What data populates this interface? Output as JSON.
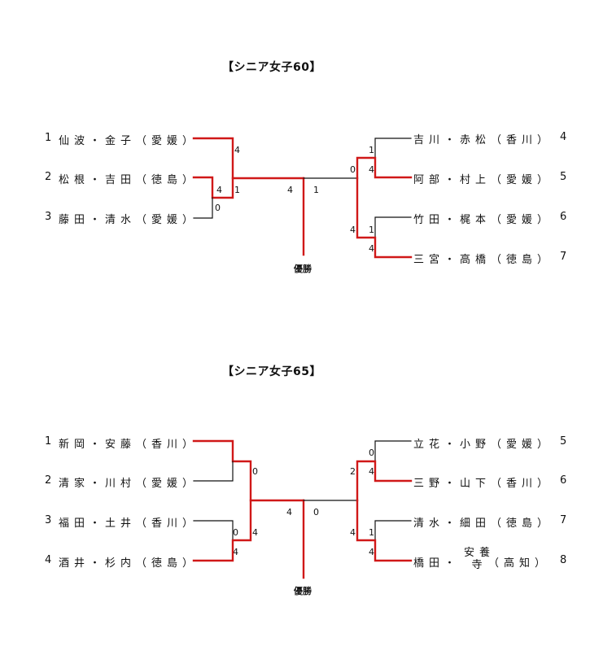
{
  "brackets": [
    {
      "title": "【シニア女子60】",
      "winner_label": "優勝",
      "left": [
        {
          "seed": "1",
          "name": "仙波・金子（愛媛）"
        },
        {
          "seed": "2",
          "name": "松根・吉田（徳島）"
        },
        {
          "seed": "3",
          "name": "藤田・清水（愛媛）"
        }
      ],
      "right": [
        {
          "seed": "4",
          "name": "吉川・赤松（香川）"
        },
        {
          "seed": "5",
          "name": "阿部・村上（愛媛）"
        },
        {
          "seed": "6",
          "name": "竹田・梶本（愛媛）"
        },
        {
          "seed": "7",
          "name": "三宮・高橋（徳島）"
        }
      ],
      "scores": {
        "l_sf_top": "4",
        "l_r1_top": "4",
        "l_r1_bot": "0",
        "l_sf_bot": "1",
        "final_left": "4",
        "final_right": "1",
        "r_sf_top": "0",
        "r_r1a_top": "1",
        "r_r1a_bot": "4",
        "r_sf_bot": "4",
        "r_r1b_top": "1",
        "r_r1b_bot": "4"
      }
    },
    {
      "title": "【シニア女子65】",
      "winner_label": "優勝",
      "left": [
        {
          "seed": "1",
          "name": "新岡・安藤（香川）"
        },
        {
          "seed": "2",
          "name": "清家・川村（愛媛）"
        },
        {
          "seed": "3",
          "name": "福田・土井（香川）"
        },
        {
          "seed": "4",
          "name": "酒井・杉内（徳島）"
        }
      ],
      "right": [
        {
          "seed": "5",
          "name": "立花・小野（愛媛）"
        },
        {
          "seed": "6",
          "name": "三野・山下（香川）"
        },
        {
          "seed": "7",
          "name": "清水・細田（徳島）"
        },
        {
          "seed": "8",
          "name_a": "橋田・",
          "name_b": "安養\n寺",
          "name_c": "（高知）"
        }
      ],
      "scores": {
        "l_sf1": "0",
        "l_r1b_top": "0",
        "l_r1b_bot": "4",
        "l_sf2": "4",
        "final_left": "4",
        "final_right": "0",
        "r_r1a_top": "0",
        "r_sf_top": "2",
        "r_r1a_bot": "4",
        "r_sf_bot": "4",
        "r_r1b_top": "1",
        "r_r1b_bot": "4"
      }
    }
  ],
  "colors": {
    "win": "#d01818",
    "line": "#111111"
  }
}
